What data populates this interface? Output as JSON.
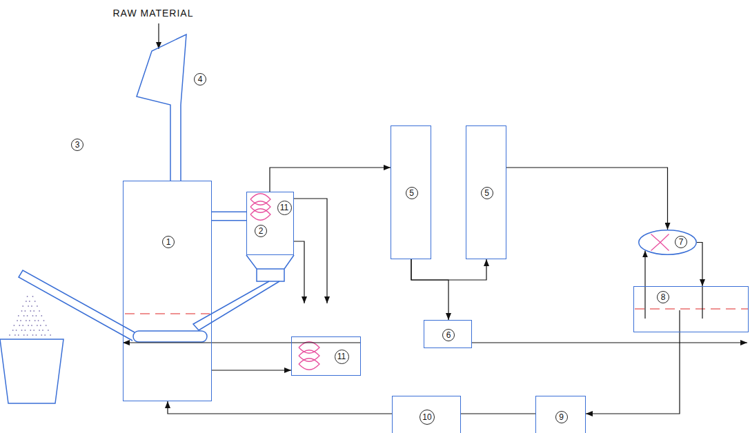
{
  "diagram": {
    "nodes": [
      {
        "text": [
          "1"
        ]
      },
      {
        "text": [
          "11",
          "2"
        ]
      },
      {
        "text": [
          "5"
        ]
      },
      {
        "text": [
          "5"
        ]
      },
      {
        "text": [
          "6"
        ]
      },
      {
        "text": [
          "7"
        ]
      },
      {
        "text": [
          "8"
        ]
      },
      {
        "text": [
          "9"
        ]
      },
      {
        "text": [
          "10"
        ]
      },
      {
        "text": [
          "11"
        ]
      }
    ],
    "edges": [
      {
        "from": 0,
        "to": 1,
        "arrow": "none"
      },
      {
        "from": 1,
        "to": 2,
        "arrow": "to"
      },
      {
        "from": 2,
        "to": 4,
        "arrow": "to"
      },
      {
        "from": 2,
        "to": 3,
        "arrow": "to"
      },
      {
        "from": 3,
        "to": 5,
        "arrow": "to"
      },
      {
        "from": 5,
        "to": 6,
        "arrow": "to"
      },
      {
        "from": 6,
        "to": 5,
        "arrow": "to"
      },
      {
        "from": 6,
        "to": 7,
        "arrow": "to"
      },
      {
        "from": 7,
        "to": 8,
        "arrow": "none"
      },
      {
        "from": 8,
        "to": 0,
        "arrow": "to"
      },
      {
        "from": 0,
        "to": 9,
        "arrow": "to"
      },
      {
        "from": 9,
        "to": 0,
        "arrow": "to"
      }
    ],
    "labels": [
      "RAW MATERIAL",
      "4",
      "3"
    ]
  }
}
